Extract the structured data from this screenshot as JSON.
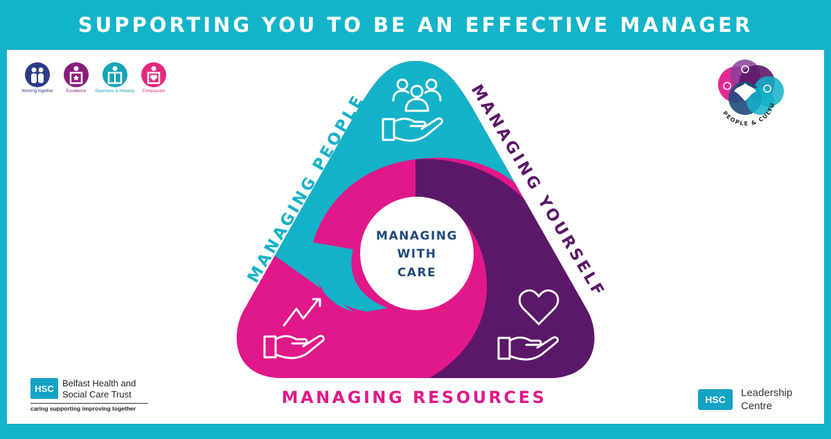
{
  "header": {
    "title": "SUPPORTING YOU TO BE AN EFFECTIVE MANAGER"
  },
  "values": [
    {
      "label": "Working together",
      "color": "#2d3b86",
      "icon": "people-together-icon"
    },
    {
      "label": "Excellence",
      "color": "#8a1d7c",
      "icon": "star-person-icon"
    },
    {
      "label": "Openness & Honesty",
      "color": "#15a3b5",
      "icon": "open-person-icon"
    },
    {
      "label": "Compassion",
      "color": "#e5287f",
      "icon": "heart-person-icon"
    }
  ],
  "diagram": {
    "center_text": [
      "MANAGING",
      "WITH",
      "CARE"
    ],
    "sides": {
      "people": "MANAGING PEOPLE",
      "yourself": "MANAGING YOURSELF",
      "resources": "MANAGING RESOURCES"
    },
    "colors": {
      "teal": "#14b2c8",
      "purple": "#5c1868",
      "magenta": "#e11889",
      "navy": "#1f4b7a"
    },
    "icons": [
      "people-in-hand-icon",
      "heart-in-hand-icon",
      "growth-arrow-in-hand-icon"
    ]
  },
  "people_culture": {
    "label": "PEOPLE & CULTURE",
    "icon": "people-culture-logo"
  },
  "belfast": {
    "badge": "HSC",
    "name_line1": "Belfast Health and",
    "name_line2": "Social Care Trust",
    "tagline": "caring supporting improving together"
  },
  "leadership": {
    "badge": "HSC",
    "name_line1": "Leadership",
    "name_line2": "Centre"
  }
}
